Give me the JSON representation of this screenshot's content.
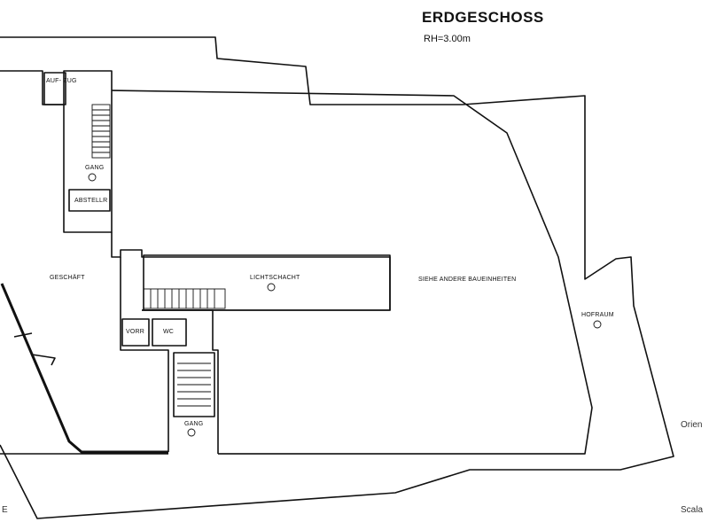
{
  "title": "ERDGESCHOSS",
  "subtitle": "RH=3.00m",
  "rooms": {
    "aufzug": "AUF- ZUG",
    "gang_top": "GANG",
    "abstellr": "ABSTELLR",
    "geschaeft": "GESCHÄFT",
    "lichtschacht": "LICHTSCHACHT",
    "siehe": "SIEHE ANDERE BAUEINHEITEN",
    "hofraum": "HOFRAUM",
    "vorr": "VORR",
    "wc": "WC",
    "gang_bottom": "GANG"
  },
  "edge_labels": {
    "orientation": "Orien",
    "scale": "Scala",
    "left_edge": "E"
  }
}
